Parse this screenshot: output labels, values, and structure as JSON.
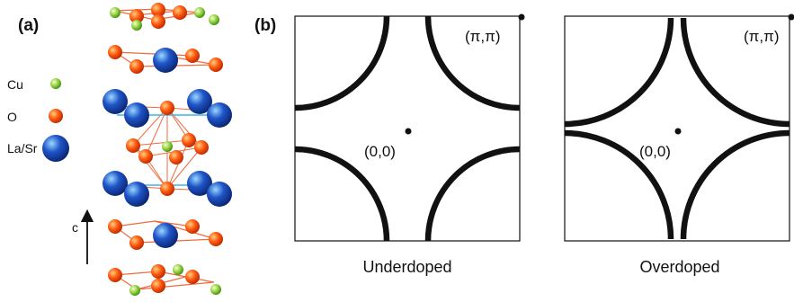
{
  "panel_a": {
    "label": "(a)",
    "legend": [
      {
        "name": "Cu",
        "color": "#8fcf3c",
        "role": "cu"
      },
      {
        "name": "O",
        "color": "#ff5a10",
        "role": "o"
      },
      {
        "name": "La/Sr",
        "color": "#1f55c8",
        "role": "la"
      }
    ],
    "axis_label": "c",
    "colors": {
      "bond": "#f06a3c",
      "plane_line": "#3db6e6"
    }
  },
  "panel_b": {
    "label": "(b)",
    "plots": [
      {
        "caption": "Underdoped",
        "corner_label": "(π,π)",
        "center_label": "(0,0)",
        "gap_closed": true
      },
      {
        "caption": "Overdoped",
        "corner_label": "(π,π)",
        "center_label": "(0,0)",
        "gap_closed": false
      }
    ]
  }
}
